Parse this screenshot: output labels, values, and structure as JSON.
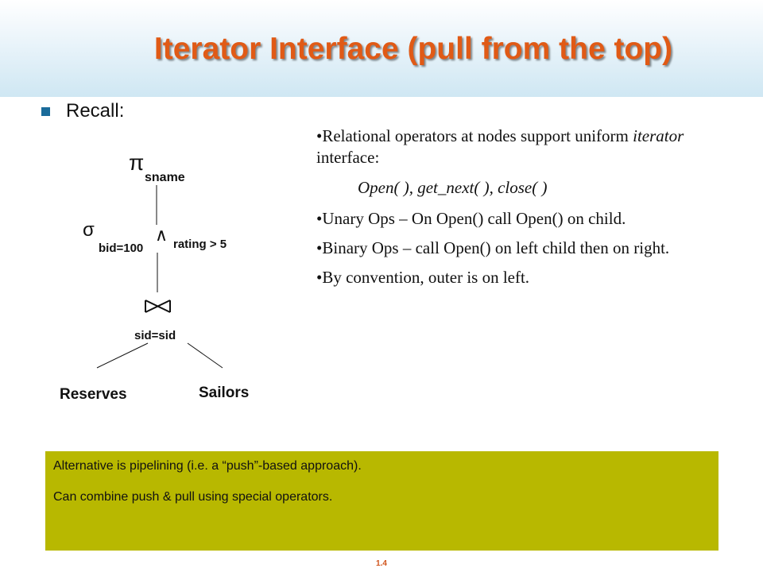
{
  "slide": {
    "title": "Iterator Interface (pull from the top)",
    "recall_label": "Recall:",
    "page_number": "1.4"
  },
  "tree": {
    "project_symbol": "π",
    "project_sub": "sname",
    "select_symbol": "σ",
    "select_sub_left": "bid=100",
    "and_symbol": "∧",
    "select_sub_right": "rating > 5",
    "join_sub": "sid=sid",
    "left_leaf": "Reserves",
    "right_leaf": "Sailors"
  },
  "points": {
    "p1_prefix": "•Relational operators at nodes support uniform",
    "p1_italic": "iterator",
    "p1_suffix": " interface:",
    "interface_methods": "Open( ), get_next( ), close( )",
    "p2": "•Unary Ops – On Open() call Open() on child.",
    "p3": "•Binary Ops – call Open() on left child then on right.",
    "p4": "•By convention, outer is on left."
  },
  "note": {
    "line1": "Alternative is pipelining (i.e. a “push”-based approach).",
    "line2": "Can combine push & pull using special operators."
  },
  "colors": {
    "title": "#e05a16",
    "note_bg": "#b8b800",
    "bullet": "#1a6b9a"
  }
}
